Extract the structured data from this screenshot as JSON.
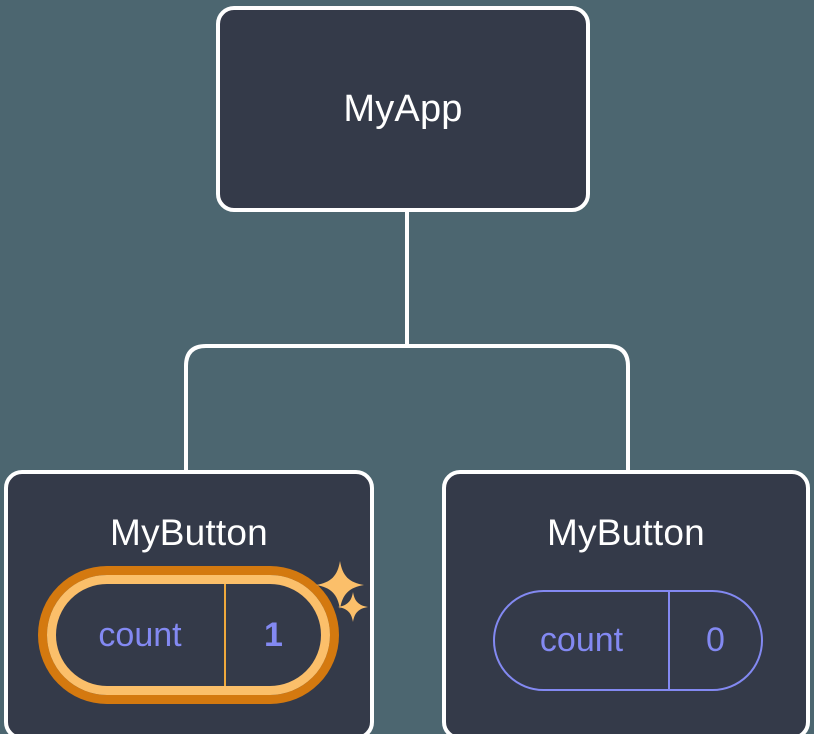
{
  "diagram": {
    "type": "component-tree",
    "background_color": "#4c6670",
    "node_fill_color": "#343a49",
    "node_border_color": "#ffffff",
    "accent_highlight_color": "#f0a93c",
    "accent_highlight_outer_color": "#d4790f",
    "state_color": "#8389f2"
  },
  "root": {
    "title": "MyApp"
  },
  "children": [
    {
      "title": "MyButton",
      "state": {
        "key": "count",
        "value": "1"
      },
      "highlighted": "true",
      "sparkle_large": "sparkle-icon",
      "sparkle_small": "sparkle-icon"
    },
    {
      "title": "MyButton",
      "state": {
        "key": "count",
        "value": "0"
      },
      "highlighted": "false"
    }
  ]
}
